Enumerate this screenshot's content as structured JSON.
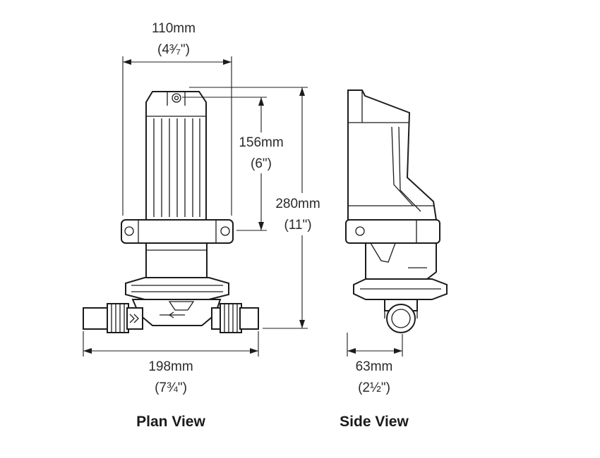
{
  "dimensions": {
    "width_top": {
      "metric": "110mm",
      "imperial": "(4³⁄₇\")"
    },
    "motor_height": {
      "metric": "156mm",
      "imperial": "(6\")"
    },
    "total_height": {
      "metric": "280mm",
      "imperial": "(11\")"
    },
    "width_bottom": {
      "metric": "198mm",
      "imperial": "(7¾\")"
    },
    "side_width": {
      "metric": "63mm",
      "imperial": "(2½\")"
    }
  },
  "captions": {
    "plan_view": "Plan View",
    "side_view": "Side View"
  }
}
